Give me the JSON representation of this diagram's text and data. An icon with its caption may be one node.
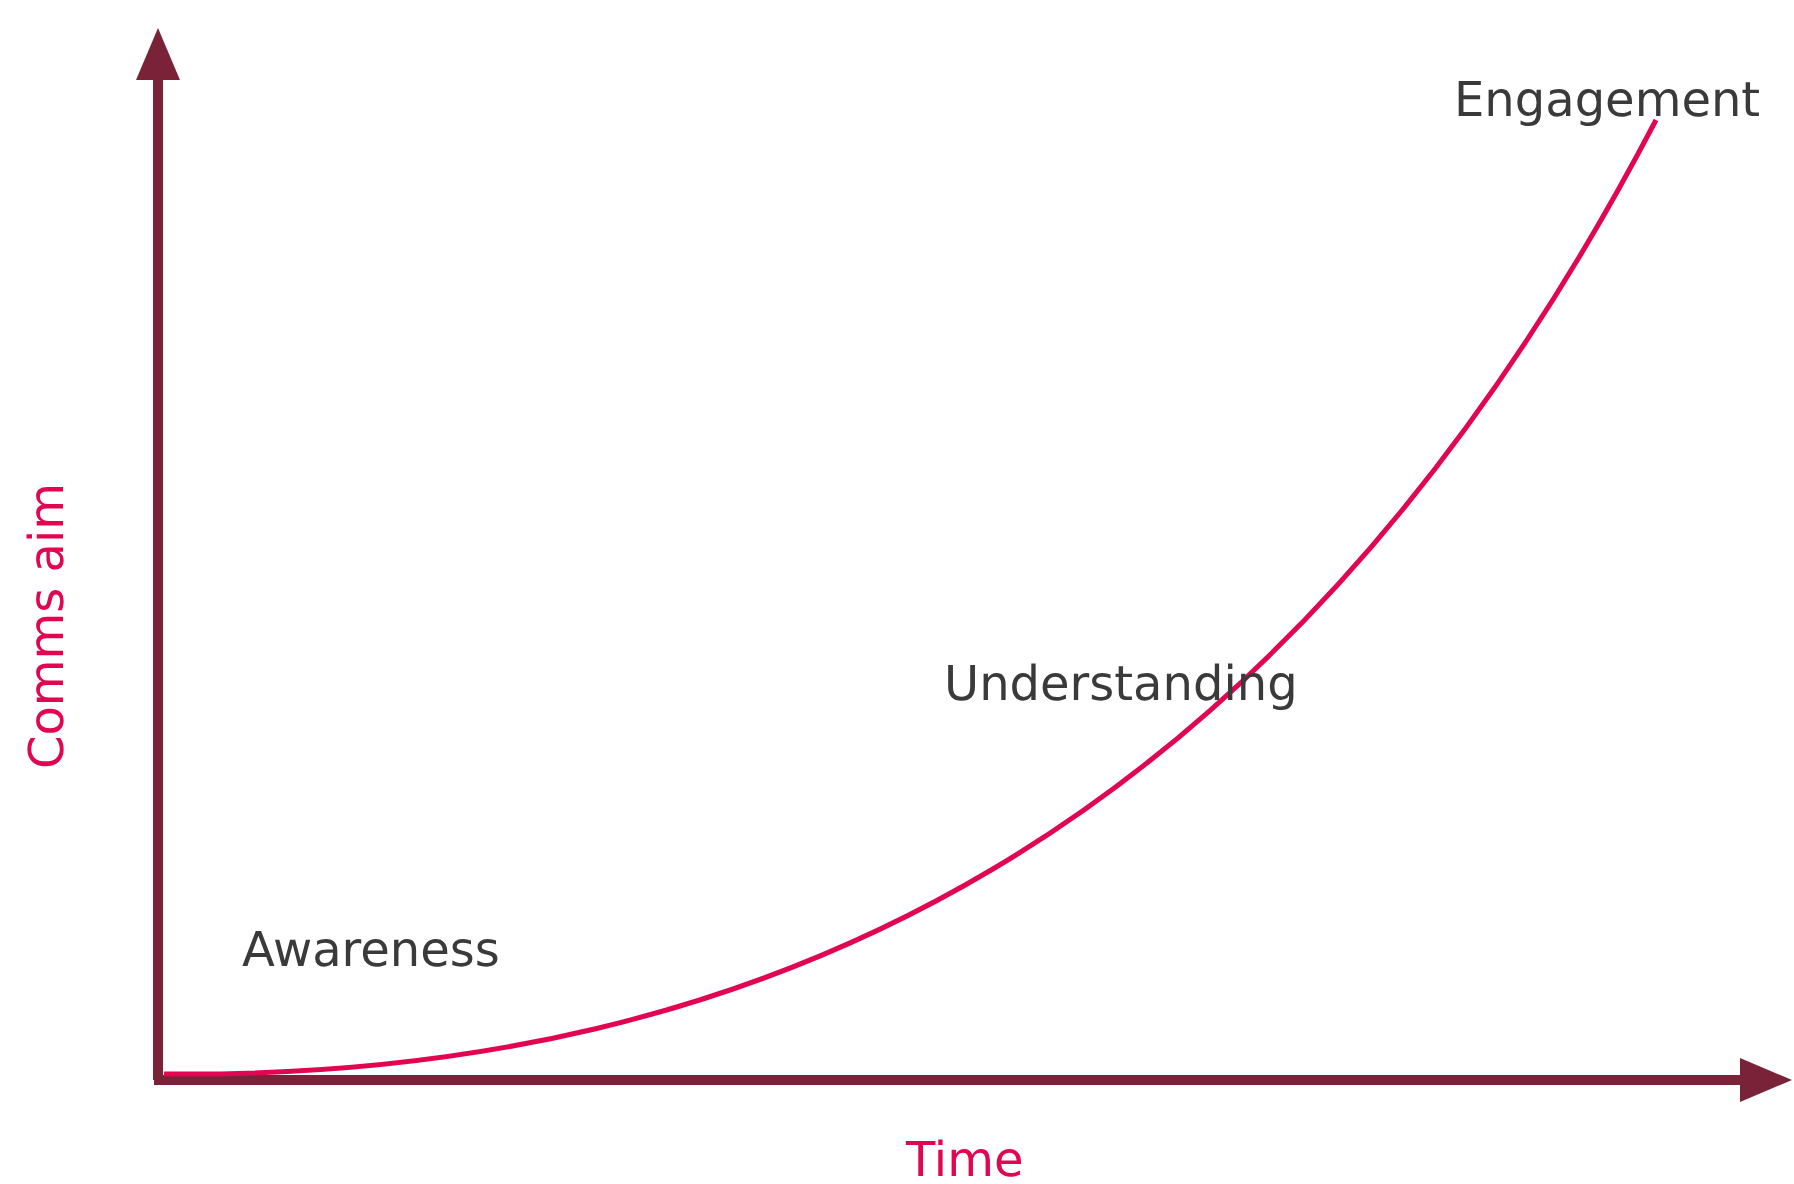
{
  "diagram": {
    "labels": [
      "Engagement",
      "Understanding",
      "Comms aim",
      "Awareness",
      "Time"
    ]
  }
}
